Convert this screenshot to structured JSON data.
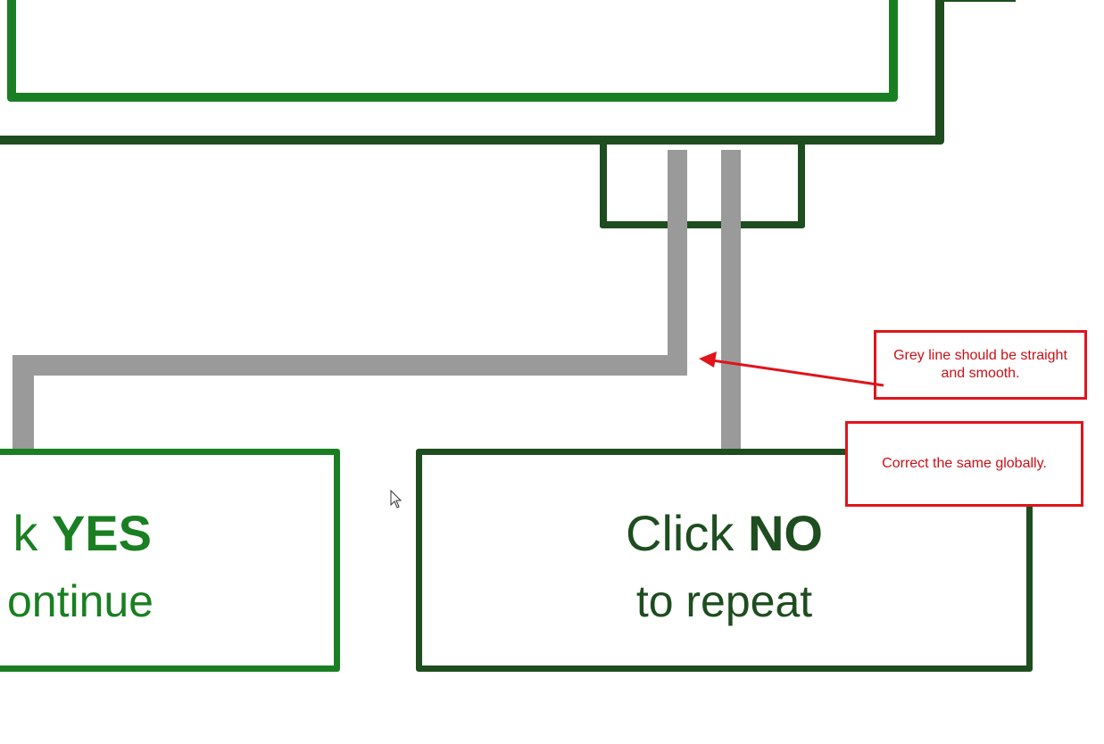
{
  "yes_box": {
    "line1_prefix": "k ",
    "line1_bold": "YES",
    "line2": "ontinue"
  },
  "no_box": {
    "line1_prefix": "Click ",
    "line1_bold": "NO",
    "line2": "to repeat"
  },
  "callouts": [
    {
      "text": "Grey line should be straight and smooth."
    },
    {
      "text": "Correct the same globally."
    }
  ],
  "colors": {
    "frame_dark_green": "#1e4d1f",
    "frame_green": "#1a7f22",
    "connector_grey": "#9a9a9a",
    "annotation_red": "#e0141b"
  },
  "icons": {
    "cursor": "mouse-pointer-icon",
    "arrow": "annotation-arrow-icon"
  }
}
